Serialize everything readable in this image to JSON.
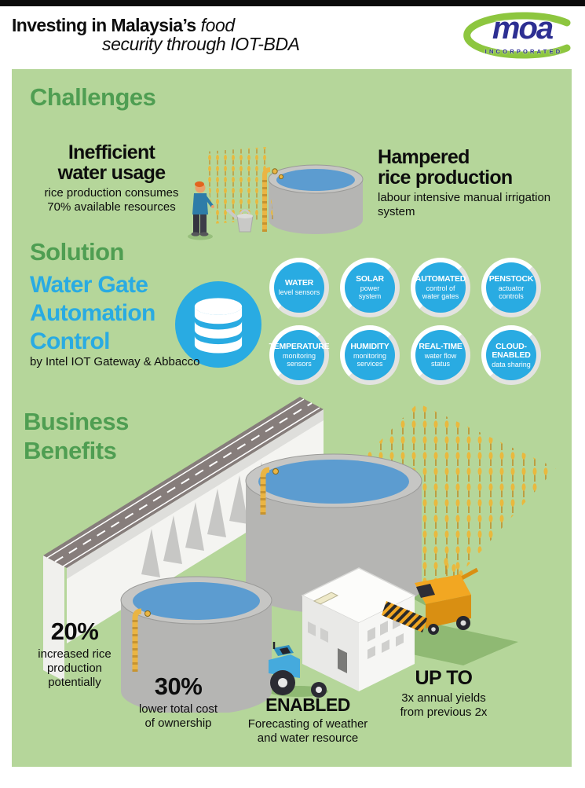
{
  "header": {
    "title_line1_bold": "Investing in Malaysia’s",
    "title_line1_italic": " food",
    "title_line2": "security through IOT-BDA",
    "logo_text": "moa",
    "logo_subtext": "INCORPORATED"
  },
  "challenges": {
    "heading": "Challenges",
    "left": {
      "title": "Inefficient\nwater usage",
      "desc": "rice production consumes\n70% available resources"
    },
    "right": {
      "title": "Hampered\nrice production",
      "desc": "labour intensive manual irrigation\nsystem"
    }
  },
  "solution": {
    "heading": "Solution",
    "title": "Water Gate\nAutomation\nControl",
    "byline": "by Intel IOT Gateway & Abbacco",
    "features": [
      {
        "title": "WATER",
        "desc": "level sensors"
      },
      {
        "title": "SOLAR",
        "desc": "power\nsystem"
      },
      {
        "title": "AUTOMATED",
        "desc": "control of\nwater gates"
      },
      {
        "title": "PENSTOCK",
        "desc": "actuator\ncontrols"
      },
      {
        "title": "TEMPERATURE",
        "desc": "monitoring\nsensors"
      },
      {
        "title": "HUMIDITY",
        "desc": "monitoring\nservices"
      },
      {
        "title": "REAL-TIME",
        "desc": "water flow\nstatus"
      },
      {
        "title": "CLOUD-\nENABLED",
        "desc": "data sharing"
      }
    ]
  },
  "benefits": {
    "heading": "Business\nBenefits",
    "stats": [
      {
        "value": "20%",
        "desc": "increased rice\nproduction\npotentially"
      },
      {
        "value": "30%",
        "desc": "lower total cost\nof ownership"
      },
      {
        "value": "ENABLED",
        "desc": "Forecasting of weather\nand water resource"
      },
      {
        "value": "UP TO",
        "desc": "3x annual yields\nfrom previous 2x"
      }
    ]
  },
  "colors": {
    "panel_green": "#b5d69a",
    "heading_green": "#4f9e52",
    "accent_blue": "#29abe2",
    "logo_blue": "#2d2f92",
    "logo_green": "#8dc63f",
    "water_blue": "#5c9cd0",
    "crop_gold": "#e9b93e"
  }
}
